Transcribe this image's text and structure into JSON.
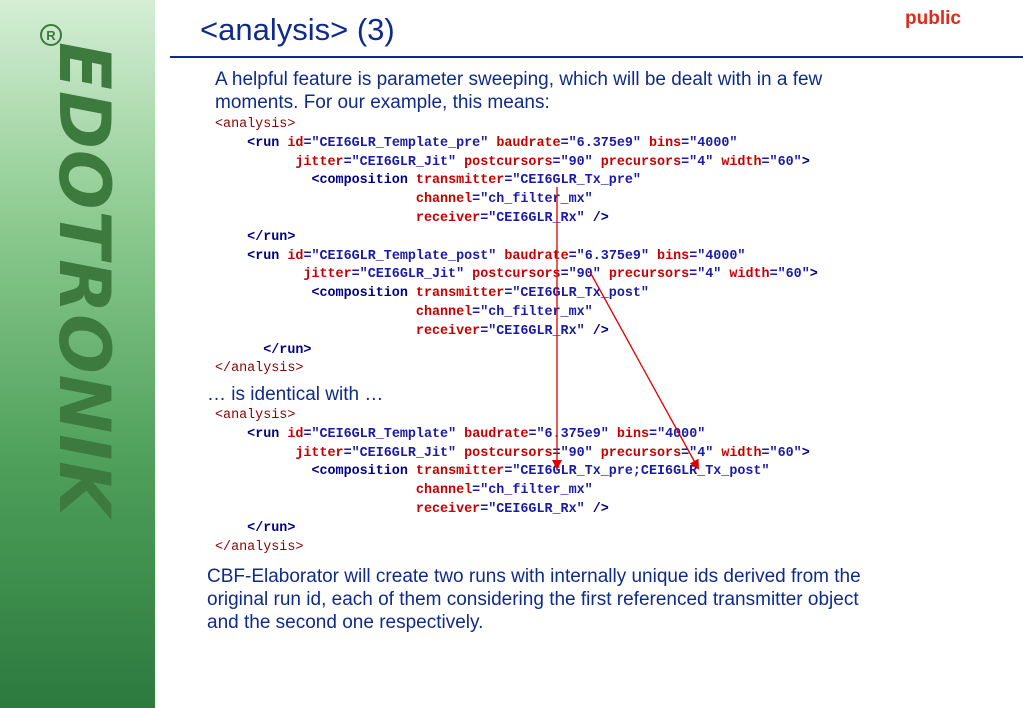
{
  "header": {
    "title": "<analysis> (3)",
    "classification": "public"
  },
  "logo": {
    "text": "EDOTRONIK",
    "registered": "R"
  },
  "intro": {
    "line1": "A helpful feature is parameter sweeping, which will be dealt with in a few",
    "line2": "moments. For our example, this means:"
  },
  "middle": "… is identical with …",
  "conclusion": {
    "line1": "CBF-Elaborator will create two runs with internally unique ids derived from the",
    "line2": "original run id, each of them considering the first referenced transmitter object",
    "line3": "and the second one respectively."
  },
  "code_tags": {
    "analysis_open": "<analysis>",
    "analysis_close": "</analysis>",
    "run_close": "</run>"
  },
  "code_kw": {
    "run": "<run",
    "composition": "<composition",
    "self_close": " />",
    "gt": ">"
  },
  "code_attrs": {
    "id": "id",
    "baudrate": "baudrate",
    "bins": "bins",
    "jitter": "jitter",
    "postcursors": "postcursors",
    "precursors": "precursors",
    "width": "width",
    "transmitter": "transmitter",
    "channel": "channel",
    "receiver": "receiver"
  },
  "code_values": {
    "id_pre": "=\"CEI6GLR_Template_pre\"",
    "id_post": "=\"CEI6GLR_Template_post\"",
    "id_combined": "=\"CEI6GLR_Template\"",
    "baudrate": "=\"6.375e9\"",
    "bins": "=\"4000\"",
    "jitter": "=\"CEI6GLR_Jit\"",
    "postcursors": "=\"90\"",
    "precursors": "=\"4\"",
    "width": "=\"60\"",
    "tx_pre": "=\"CEI6GLR_Tx_pre\"",
    "tx_post": "=\"CEI6GLR_Tx_post\"",
    "tx_combined": "=\"CEI6GLR_Tx_pre;CEI6GLR_Tx_post\"",
    "channel": "=\"ch_filter_mx\"",
    "receiver": "=\"CEI6GLR_Rx\""
  },
  "colors": {
    "title": "#0f2b8a",
    "public": "#e02a1c",
    "sidebar": "#3d7a3d",
    "arrows": "#e00000"
  }
}
